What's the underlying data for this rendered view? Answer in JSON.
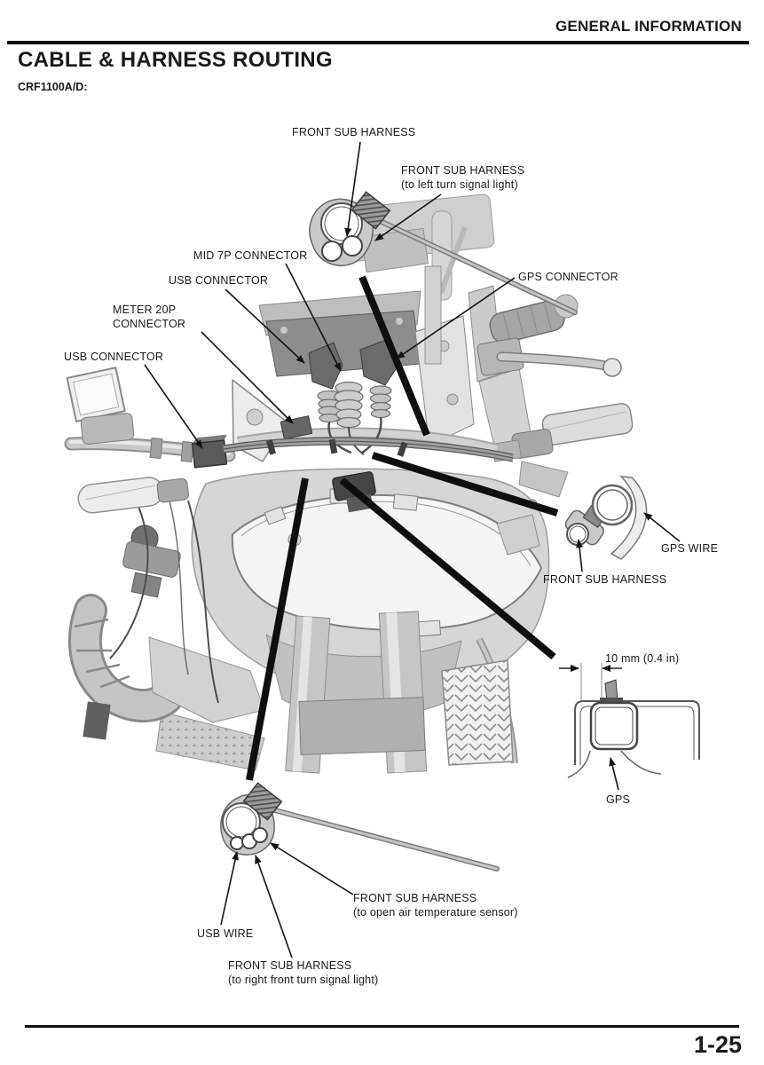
{
  "page": {
    "header": "GENERAL INFORMATION",
    "title": "CABLE & HARNESS ROUTING",
    "model_line": "CRF1100A/D:",
    "page_number": "1-25"
  },
  "colors": {
    "ink": "#1a1a1a",
    "rule": "#111111",
    "paper": "#ffffff",
    "diagram_gray": "#c9c9c9"
  },
  "labels": {
    "front_sub_harness_top": "FRONT SUB HARNESS",
    "front_sub_harness_left_turn_1": "FRONT SUB HARNESS",
    "front_sub_harness_left_turn_2": "(to left turn signal light)",
    "mid_7p_connector": "MID 7P CONNECTOR",
    "usb_connector_top": "USB CONNECTOR",
    "meter_20p_connector_1": "METER 20P",
    "meter_20p_connector_2": "CONNECTOR",
    "usb_connector_left": "USB CONNECTOR",
    "gps_connector": "GPS CONNECTOR",
    "gps_wire": "GPS WIRE",
    "front_sub_harness_right": "FRONT SUB HARNESS",
    "dimension": "10 mm (0.4 in)",
    "gps": "GPS",
    "front_sub_harness_air_1": "FRONT SUB HARNESS",
    "front_sub_harness_air_2": "(to open air temperature sensor)",
    "usb_wire": "USB WIRE",
    "front_sub_harness_rt_1": "FRONT SUB HARNESS",
    "front_sub_harness_rt_2": "(to right front turn signal light)"
  }
}
